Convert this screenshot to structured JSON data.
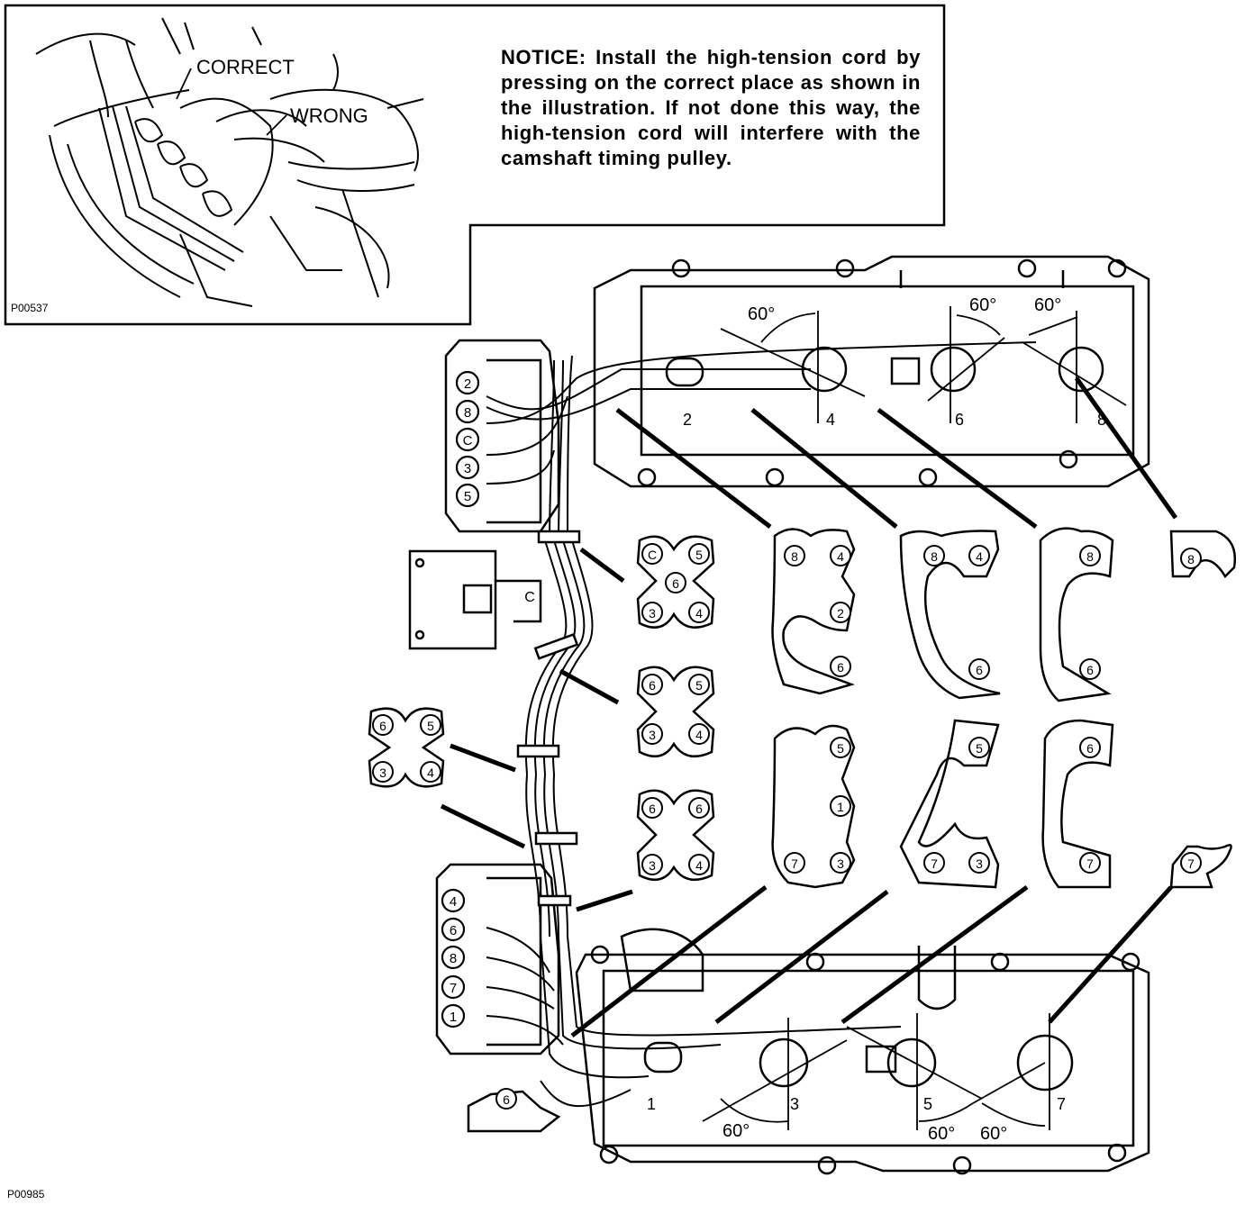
{
  "inset": {
    "notice": "NOTICE: Install the high-tension cord by pressing on the correct place as shown in the illustration. If not done this way, the high-tension cord will interfere with the camshaft timing pulley.",
    "label_correct": "CORRECT",
    "label_wrong": "WRONG",
    "figure_code": "P00537"
  },
  "main": {
    "figure_code": "P00985",
    "angle_label": "60°",
    "rear_bank_cylinders": [
      "2",
      "4",
      "6",
      "8"
    ],
    "front_bank_cylinders": [
      "1",
      "3",
      "5",
      "7"
    ],
    "distributor_upper_terminals": [
      "2",
      "8",
      "C",
      "3",
      "5"
    ],
    "distributor_lower_terminals": [
      "4",
      "6",
      "8",
      "7",
      "1"
    ],
    "coil_label": "C",
    "left_clamp_labels": [
      "6",
      "5",
      "3",
      "4"
    ],
    "clamp_a_labels": [
      "C",
      "5",
      "6",
      "3",
      "4"
    ],
    "clamp_b_labels": [
      "6",
      "5",
      "3",
      "4"
    ],
    "clamp_c_labels": [
      "6",
      "6",
      "3",
      "4"
    ],
    "holder_1_upper": [
      "8",
      "4",
      "2",
      "6"
    ],
    "holder_1_lower": [
      "5",
      "1",
      "7",
      "3"
    ],
    "holder_2_upper": [
      "8",
      "4",
      "6"
    ],
    "holder_2_lower": [
      "5",
      "7",
      "3"
    ],
    "holder_3_upper": [
      "8",
      "6"
    ],
    "holder_3_lower": [
      "6",
      "7"
    ],
    "end_clip_upper": "8",
    "end_clip_lower": "7",
    "sensor_label": "6"
  }
}
